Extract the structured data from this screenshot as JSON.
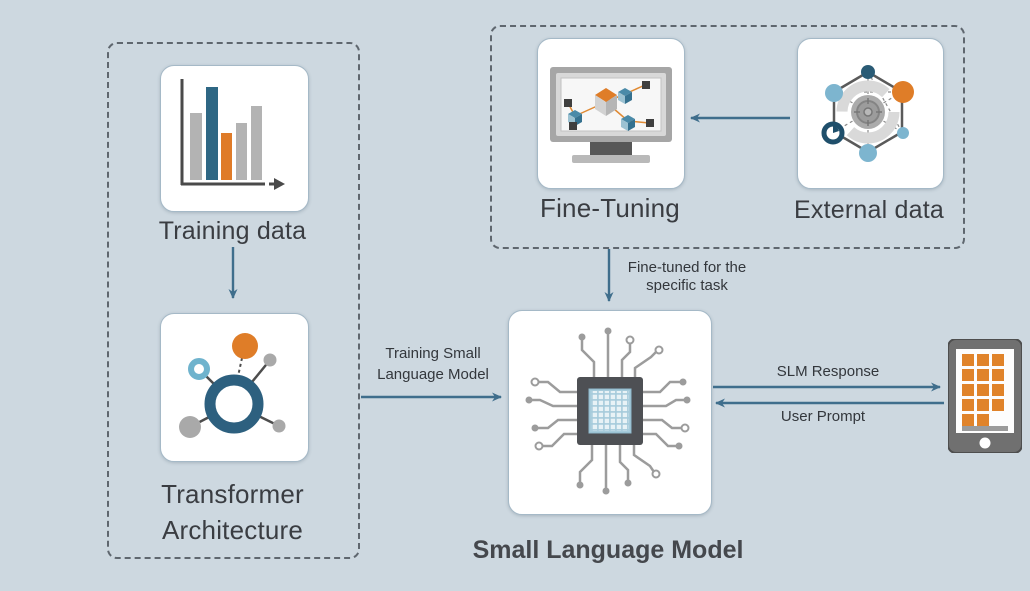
{
  "diagram": {
    "background_color": "#cdd8e0",
    "colors": {
      "arrow": "#3f6e8c",
      "teal_dark": "#2d607f",
      "orange": "#df7d28",
      "light_blue": "#7db8d0",
      "gray_node": "#a9a9a9",
      "text": "#3b3e43"
    },
    "nodes": {
      "training_data": {
        "label": "Training data",
        "icon": "bar-chart-icon"
      },
      "transformer": {
        "label_line1": "Transformer",
        "label_line2": "Architecture",
        "icon": "network-nodes-icon"
      },
      "fine_tuning": {
        "label": "Fine-Tuning",
        "icon": "monitor-network-icon"
      },
      "external_data": {
        "label": "External data",
        "icon": "hexagon-network-icon"
      },
      "slm": {
        "label": "Small Language Model",
        "icon": "cpu-chip-icon"
      },
      "user_device": {
        "icon": "smartphone-icon"
      }
    },
    "edges": {
      "training_to_slm": {
        "label_line1": "Training Small",
        "label_line2": "Language Model"
      },
      "finetuned_to_slm": {
        "label_line1": "Fine-tuned for the",
        "label_line2": "specific task"
      },
      "slm_response": {
        "label": "SLM Response"
      },
      "user_prompt": {
        "label": "User Prompt"
      }
    }
  }
}
